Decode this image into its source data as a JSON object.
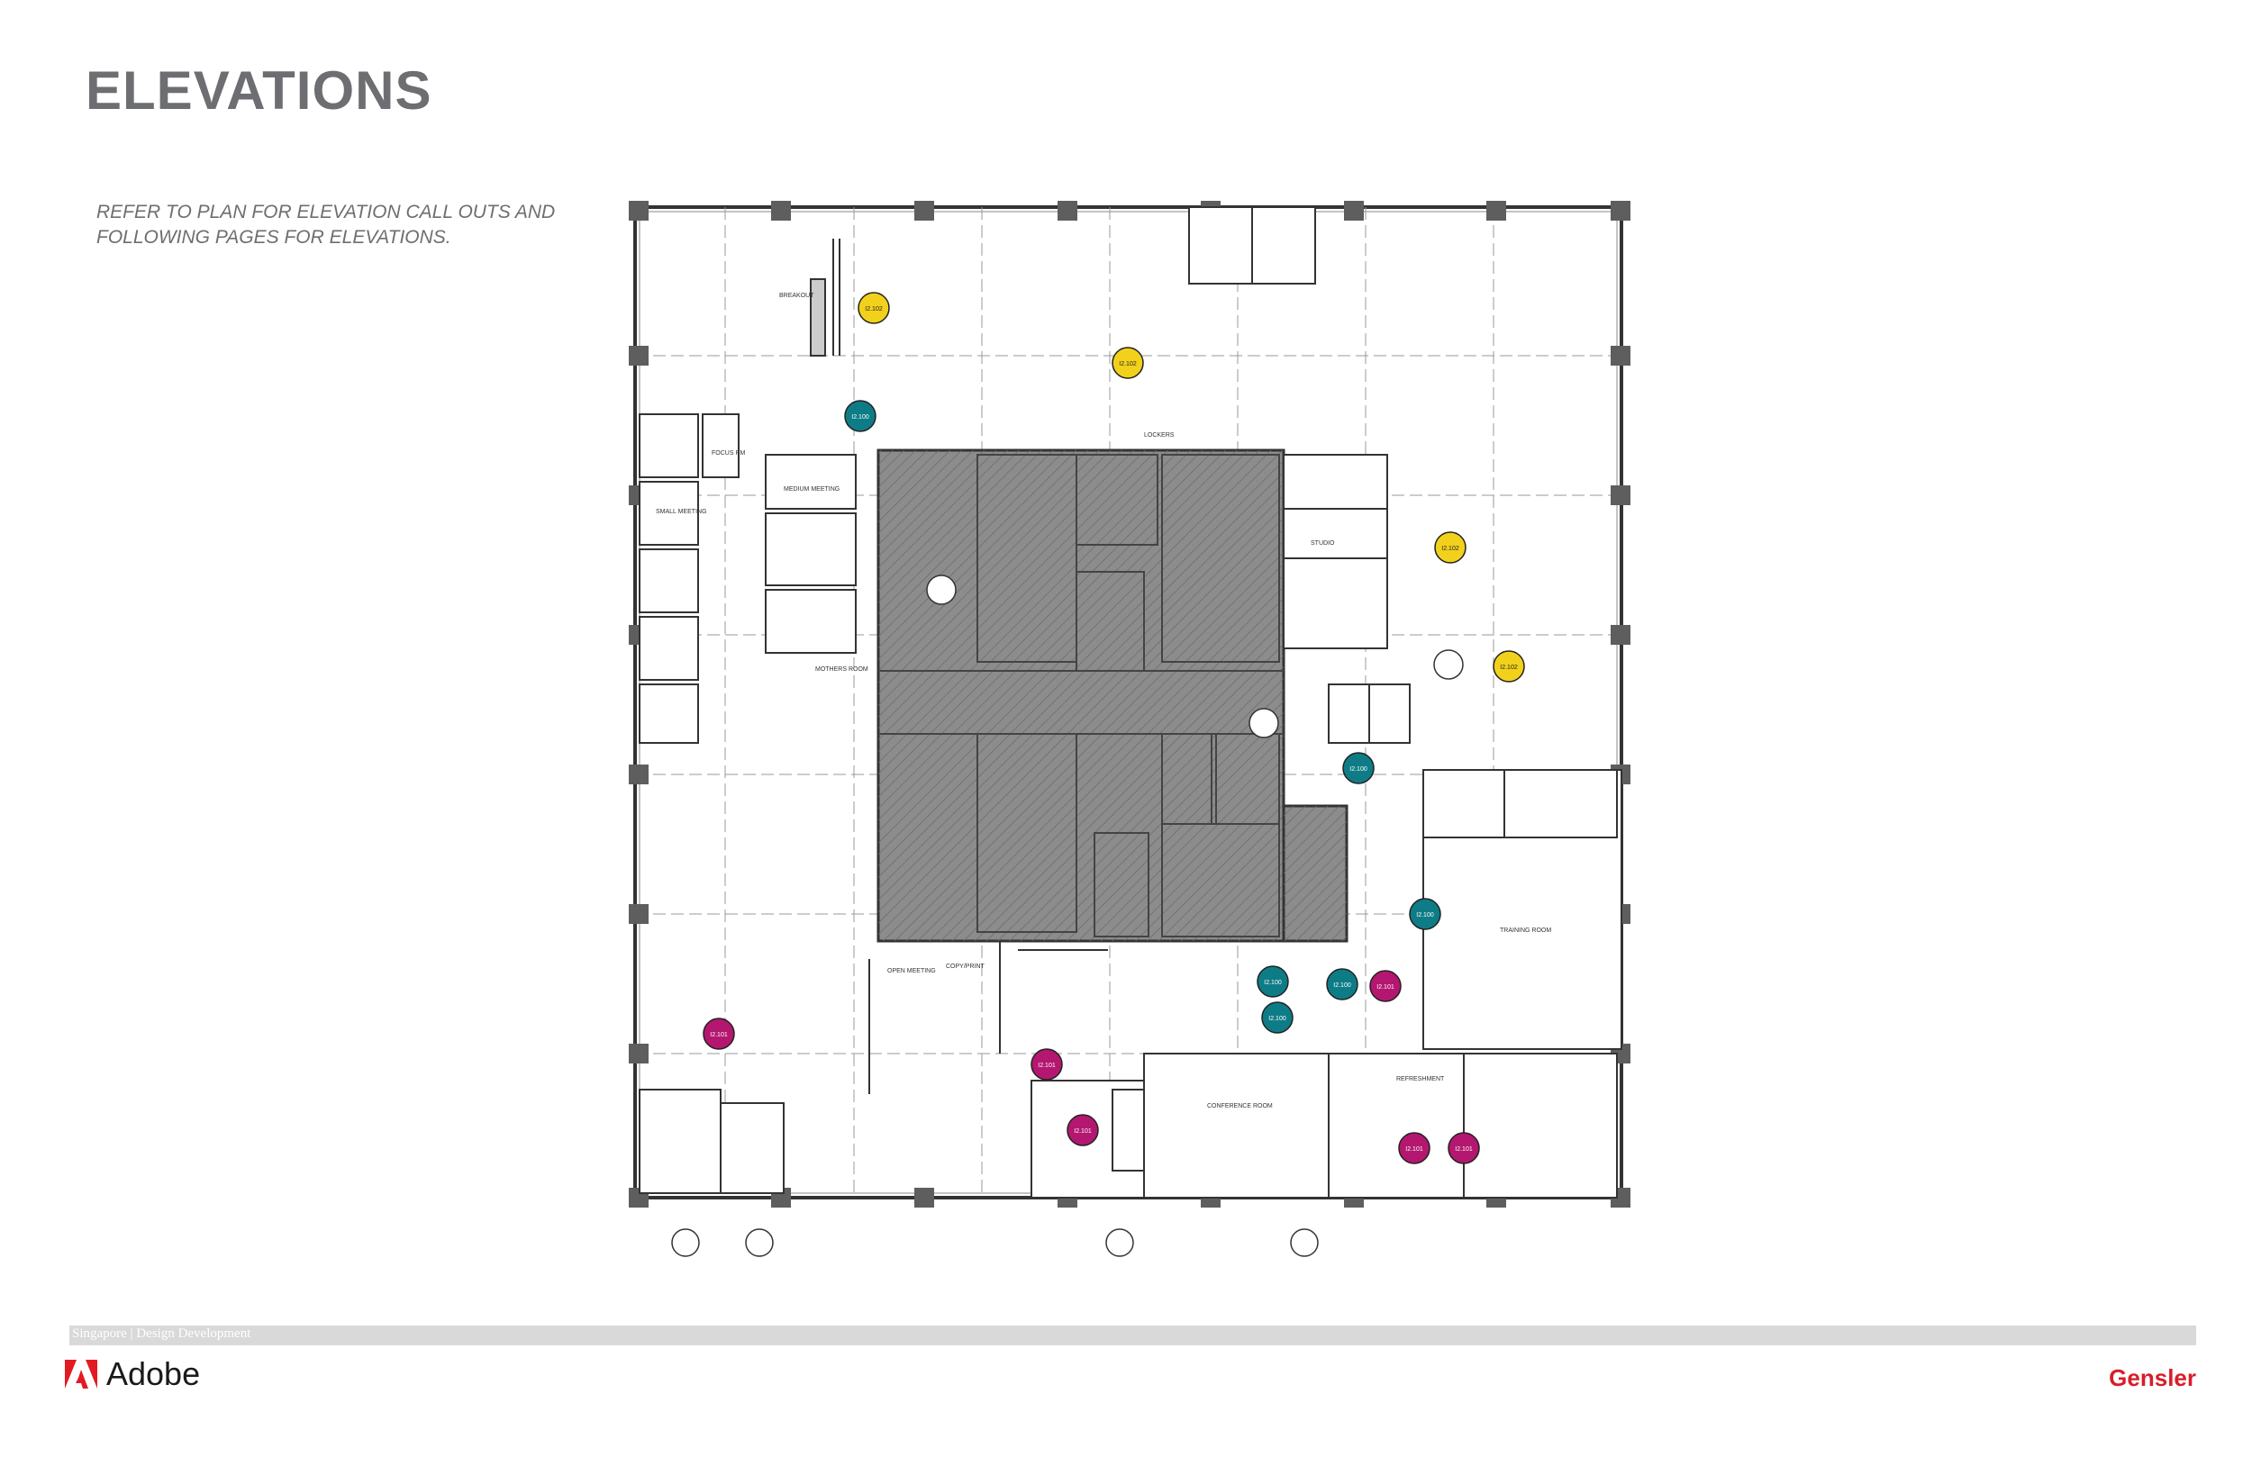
{
  "page": {
    "title": "ELEVATIONS",
    "note_line1": "REFER TO PLAN FOR ELEVATION CALL OUTS AND",
    "note_line2": "FOLLOWING PAGES FOR ELEVATIONS."
  },
  "footer": {
    "project": "Singapore | Design Development",
    "client": "Adobe",
    "firm": "Gensler"
  },
  "colors": {
    "yellow": "#f2d11c",
    "teal": "#0e7c86",
    "magenta": "#b3176f",
    "core": "#8c8c8c",
    "gensler_red": "#d71e2a",
    "adobe_red": "#e21b22"
  },
  "markers": {
    "yellow": [
      "I2.102",
      "I2.102",
      "I2.102",
      "I2.102"
    ],
    "teal": [
      "I2.100",
      "I2.100",
      "I2.100",
      "I2.100",
      "I2.100",
      "I2.100"
    ],
    "magenta": [
      "I2.101",
      "I2.101",
      "I2.101",
      "I2.101",
      "I2.101",
      "I2.101"
    ]
  },
  "rooms": {
    "breakout": "BREAKOUT",
    "small_meeting": "SMALL MEETING",
    "focus": "FOCUS RM",
    "medium_meeting": "MEDIUM MEETING",
    "training": "TRAINING ROOM",
    "conference": "CONFERENCE ROOM",
    "open_meeting": "OPEN MEETING",
    "refreshment": "REFRESHMENT",
    "lockers": "LOCKERS",
    "copy_print": "COPY/PRINT",
    "mothers_room": "MOTHERS ROOM",
    "studio": "STUDIO"
  }
}
